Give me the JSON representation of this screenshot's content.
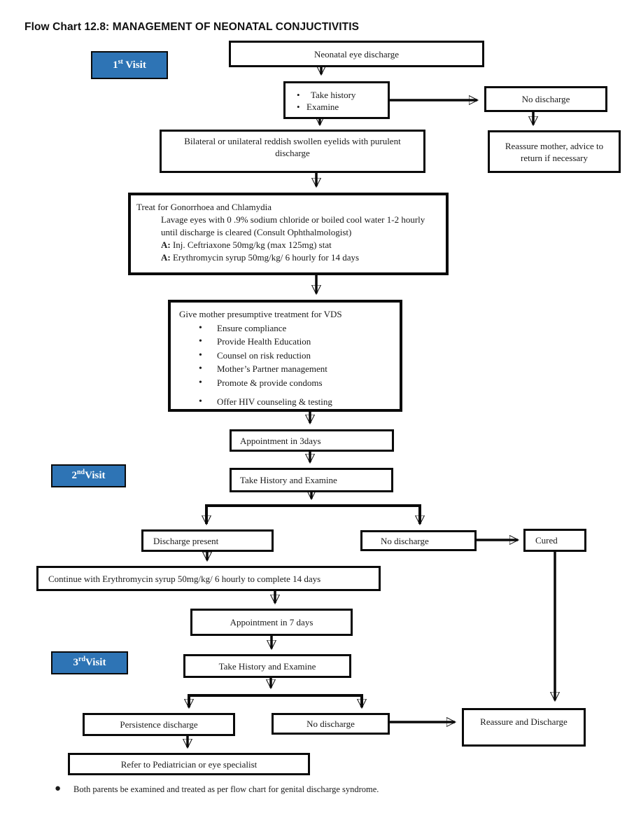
{
  "title": "Flow Chart 12.8: MANAGEMENT OF NEONATAL CONJUCTIVITIS",
  "badges": {
    "visit1": {
      "num": "1",
      "sup": "st",
      "label": " Visit"
    },
    "visit2": {
      "num": "2",
      "sup": "nd",
      "label": "Visit"
    },
    "visit3": {
      "num": "3",
      "sup": "rd",
      "label": "Visit"
    }
  },
  "nodes": {
    "neonatal": "Neonatal eye discharge",
    "history": {
      "bullets": [
        "Take history",
        "Examine"
      ]
    },
    "no_discharge_1": "No discharge",
    "reassure_mother": "Reassure mother, advice to return if necessary",
    "bilateral": "Bilateral or unilateral reddish swollen eyelids with purulent discharge",
    "treat": {
      "title": "Treat for Gonorrhoea and Chlamydia",
      "lavage": "Lavage eyes with 0 .9% sodium chloride or boiled cool water 1-2 hourly until discharge is cleared (Consult Ophthalmologist)",
      "rx1": {
        "prefix": "A:",
        "text": " Inj. Ceftriaxone 50mg/kg  (max 125mg) stat"
      },
      "rx2": {
        "prefix": "A:",
        "text": " Erythromycin syrup  50mg/kg/ 6 hourly for 14 days"
      }
    },
    "vds": {
      "title": "Give mother presumptive treatment for VDS",
      "bullets": [
        "Ensure compliance",
        "Provide Health Education",
        "Counsel on risk reduction",
        "Mother’s Partner management",
        "Promote & provide condoms",
        "Offer HIV counseling & testing"
      ]
    },
    "appointment_3": "Appointment in 3days",
    "take_history_2": "Take History and Examine",
    "discharge_present": "Discharge present",
    "no_discharge_2": "No discharge",
    "cured": "Cured",
    "continue_tx": "Continue with Erythromycin syrup 50mg/kg/ 6 hourly to complete 14 days",
    "appointment_7": "Appointment in 7 days",
    "take_history_3": "Take History and Examine",
    "persistence": "Persistence discharge",
    "no_discharge_3": "No discharge",
    "reassure_discharge": "Reassure and Discharge",
    "refer": "Refer to Pediatrician or eye specialist"
  },
  "footer_note": "Both parents be examined and treated as per flow chart for genital discharge syndrome.",
  "colors": {
    "badge_blue": "#2E74B5",
    "line_black": "#0a0a0a",
    "text": "#1a1a1a"
  }
}
